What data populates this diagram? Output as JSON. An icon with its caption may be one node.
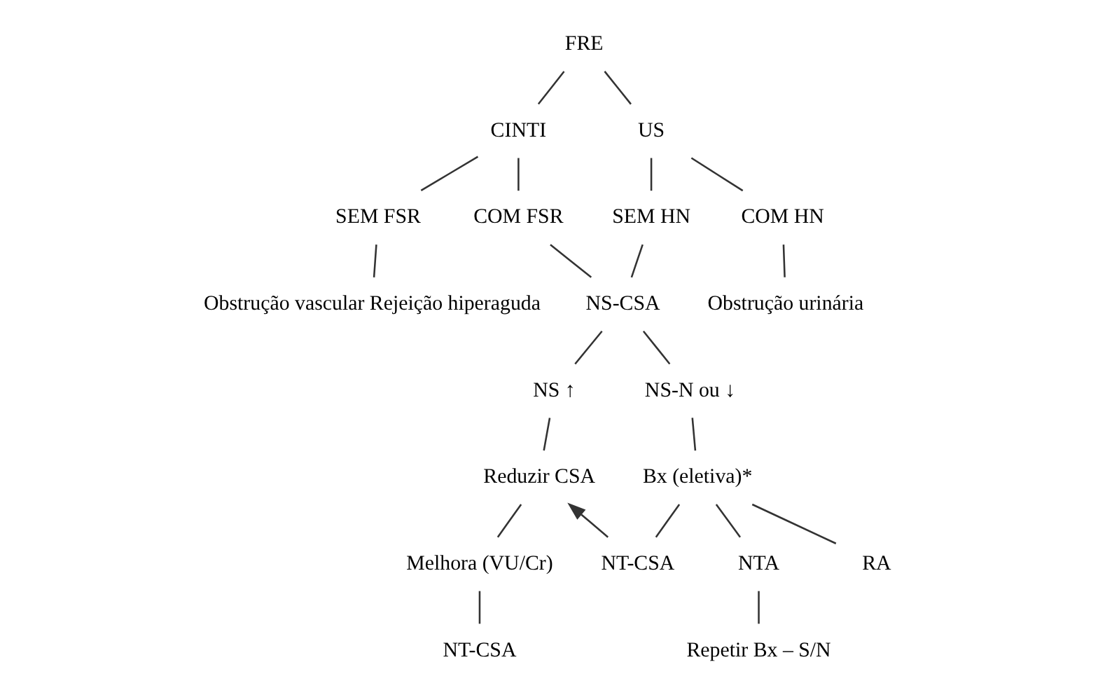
{
  "diagram": {
    "nodes": [
      {
        "text": [
          "FRE"
        ]
      },
      {
        "text": [
          "CINTI"
        ]
      },
      {
        "text": [
          "US"
        ]
      },
      {
        "text": [
          "SEM FSR"
        ]
      },
      {
        "text": [
          "COM FSR"
        ]
      },
      {
        "text": [
          "SEM HN"
        ]
      },
      {
        "text": [
          "COM HN"
        ]
      },
      {
        "text": [
          "Obstrução vascular Rejeição hiperaguda"
        ]
      },
      {
        "text": [
          "Obstrução urinária"
        ]
      },
      {
        "text": [
          "NS-CSA"
        ]
      },
      {
        "text": [
          "NS ↑"
        ]
      },
      {
        "text": [
          "NS-N ou ↓"
        ]
      },
      {
        "text": [
          "Reduzir CSA"
        ]
      },
      {
        "text": [
          "Bx (eletiva)*"
        ]
      },
      {
        "text": [
          "Melhora (VU/Cr)"
        ]
      },
      {
        "text": [
          "NT-CSA"
        ]
      },
      {
        "text": [
          "NTA"
        ]
      },
      {
        "text": [
          "RA"
        ]
      },
      {
        "text": [
          "NT-CSA"
        ]
      },
      {
        "text": [
          "Repetir Bx – S/N"
        ]
      }
    ],
    "edges": [
      {
        "from": 0,
        "to": 1,
        "arrow": "none"
      },
      {
        "from": 0,
        "to": 2,
        "arrow": "none"
      },
      {
        "from": 1,
        "to": 3,
        "arrow": "none"
      },
      {
        "from": 1,
        "to": 4,
        "arrow": "none"
      },
      {
        "from": 2,
        "to": 5,
        "arrow": "none"
      },
      {
        "from": 2,
        "to": 6,
        "arrow": "none"
      },
      {
        "from": 3,
        "to": 7,
        "arrow": "none"
      },
      {
        "from": 6,
        "to": 8,
        "arrow": "none"
      },
      {
        "from": 4,
        "to": 9,
        "arrow": "none"
      },
      {
        "from": 5,
        "to": 9,
        "arrow": "none"
      },
      {
        "from": 9,
        "to": 10,
        "arrow": "none"
      },
      {
        "from": 9,
        "to": 11,
        "arrow": "none"
      },
      {
        "from": 10,
        "to": 12,
        "arrow": "none"
      },
      {
        "from": 11,
        "to": 13,
        "arrow": "none"
      },
      {
        "from": 12,
        "to": 14,
        "arrow": "none"
      },
      {
        "from": 13,
        "to": 15,
        "arrow": "none"
      },
      {
        "from": 13,
        "to": 16,
        "arrow": "none"
      },
      {
        "from": 13,
        "to": 17,
        "arrow": "none"
      },
      {
        "from": 14,
        "to": 18,
        "arrow": "none"
      },
      {
        "from": 16,
        "to": 19,
        "arrow": "none"
      },
      {
        "from": 15,
        "to": 12,
        "arrow": "to"
      }
    ]
  }
}
